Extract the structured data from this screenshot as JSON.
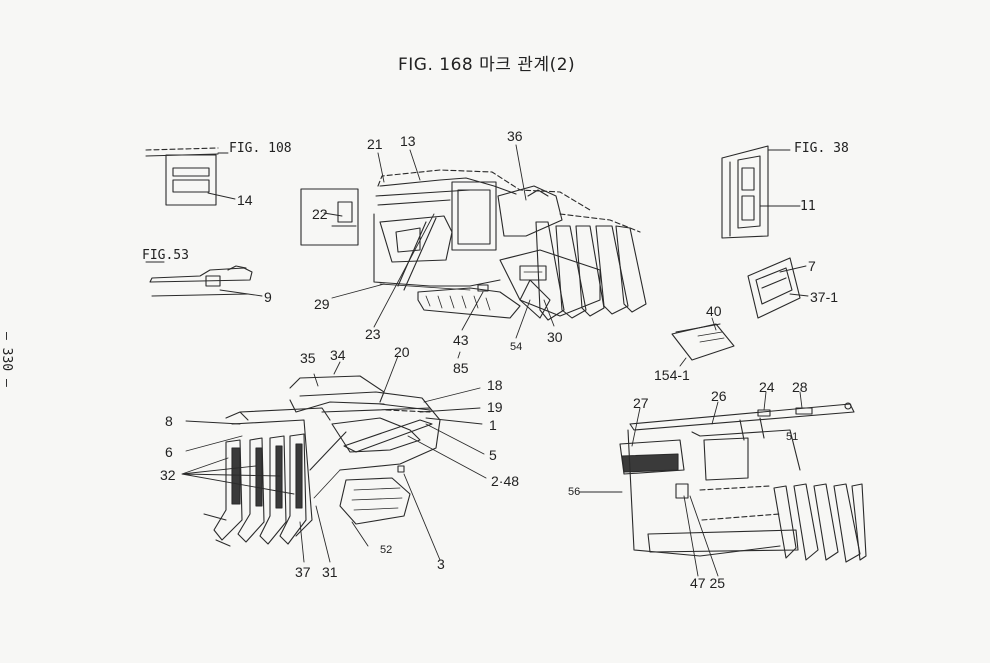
{
  "title": "FIG. 168 마크 관계(2)",
  "page_number": "– 330 –",
  "callouts": {
    "fig108": "FIG. 108",
    "fig53": "FIG.53",
    "fig38": "FIG. 38",
    "p14": "14",
    "p9": "9",
    "p21": "21",
    "p13": "13",
    "p36": "36",
    "p22": "22",
    "p29": "29",
    "p23": "23",
    "p43": "43",
    "p85": "85",
    "p54": "54",
    "p30": "30",
    "p11": "11",
    "p7": "7",
    "p37_1": "37-1",
    "p40": "40",
    "p154_1": "154-1",
    "p35": "35",
    "p34": "34",
    "p20": "20",
    "p18": "18",
    "p19": "19",
    "p8": "8",
    "p1": "1",
    "p6": "6",
    "p5": "5",
    "p32": "32",
    "p2_48": "2·48",
    "p52": "52",
    "p3": "3",
    "p37": "37",
    "p31": "31",
    "p27": "27",
    "p26": "26",
    "p24": "24",
    "p28": "28",
    "p51": "51",
    "p56": "56",
    "p47_25": "47 25"
  }
}
